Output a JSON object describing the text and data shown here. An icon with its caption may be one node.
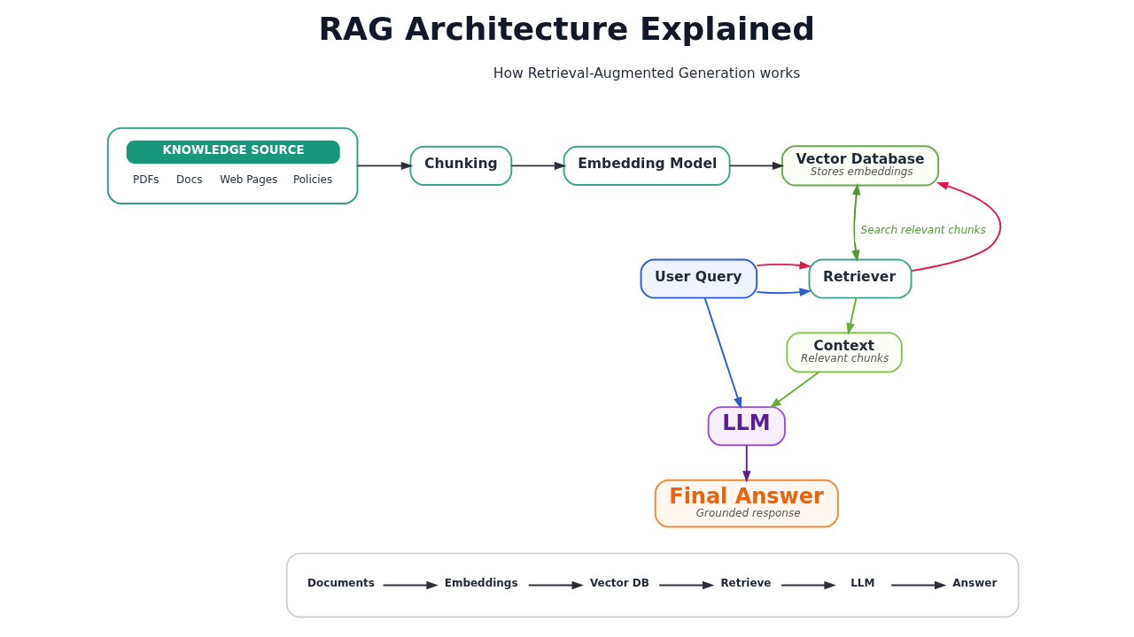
{
  "diagram": {
    "title": "RAG Architecture Explained",
    "nodes": [
      {
        "text": [
          "KNOWLEDGE SOURCE",
          "PDFs",
          "Docs",
          "Web Pages",
          "Policies"
        ]
      },
      {
        "text": [
          "Chunking"
        ]
      },
      {
        "text": [
          "Embedding Model"
        ]
      },
      {
        "text": [
          "Vector Database",
          "Stores embeddings"
        ]
      },
      {
        "text": [
          "User Query"
        ]
      },
      {
        "text": [
          "Retriever"
        ]
      },
      {
        "text": [
          "Context",
          "Relevant chunks"
        ]
      },
      {
        "text": [
          "LLM"
        ]
      },
      {
        "text": [
          "Final Answer",
          "Grounded response"
        ]
      },
      {
        "text": [],
        "shape": "box"
      },
      {
        "text": [
          "Documents"
        ],
        "in": 9
      },
      {
        "text": [
          "Embeddings"
        ],
        "in": 9
      },
      {
        "text": [
          "Vector DB"
        ],
        "in": 9
      },
      {
        "text": [
          "Retrieve"
        ],
        "in": 9
      },
      {
        "text": [
          "LLM"
        ],
        "in": 9
      },
      {
        "text": [
          "Answer"
        ],
        "in": 9
      }
    ],
    "edges": [
      {
        "from": 0,
        "to": 1,
        "arrow": "to"
      },
      {
        "from": 1,
        "to": 2,
        "arrow": "to"
      },
      {
        "from": 2,
        "to": 3,
        "arrow": "to"
      },
      {
        "from": 4,
        "to": 5,
        "arrow": "to",
        "color": "#2f5bd3"
      },
      {
        "from": 4,
        "to": 5,
        "arrow": "to",
        "color": "#d81b4a"
      },
      {
        "from": 5,
        "to": 3,
        "arrow": "to",
        "color": "#d81b4a"
      },
      {
        "from": 3,
        "to": 5,
        "arrow": "both",
        "color": "#4f9a2f",
        "label": "Search relevant chunks"
      },
      {
        "from": 5,
        "to": 6,
        "arrow": "to",
        "color": "#6aab3a"
      },
      {
        "from": 4,
        "to": 7,
        "arrow": "to",
        "color": "#2f5bd3"
      },
      {
        "from": 6,
        "to": 7,
        "arrow": "to",
        "color": "#6aab3a"
      },
      {
        "from": 7,
        "to": 8,
        "arrow": "to",
        "color": "#5a1e91"
      },
      {
        "from": 10,
        "to": 11,
        "arrow": "to"
      },
      {
        "from": 11,
        "to": 12,
        "arrow": "to"
      },
      {
        "from": 12,
        "to": 13,
        "arrow": "to"
      },
      {
        "from": 13,
        "to": 14,
        "arrow": "to"
      },
      {
        "from": 14,
        "to": 15,
        "arrow": "to"
      }
    ],
    "labels": [
      "How Retrieval-Augmented Generation works"
    ]
  }
}
